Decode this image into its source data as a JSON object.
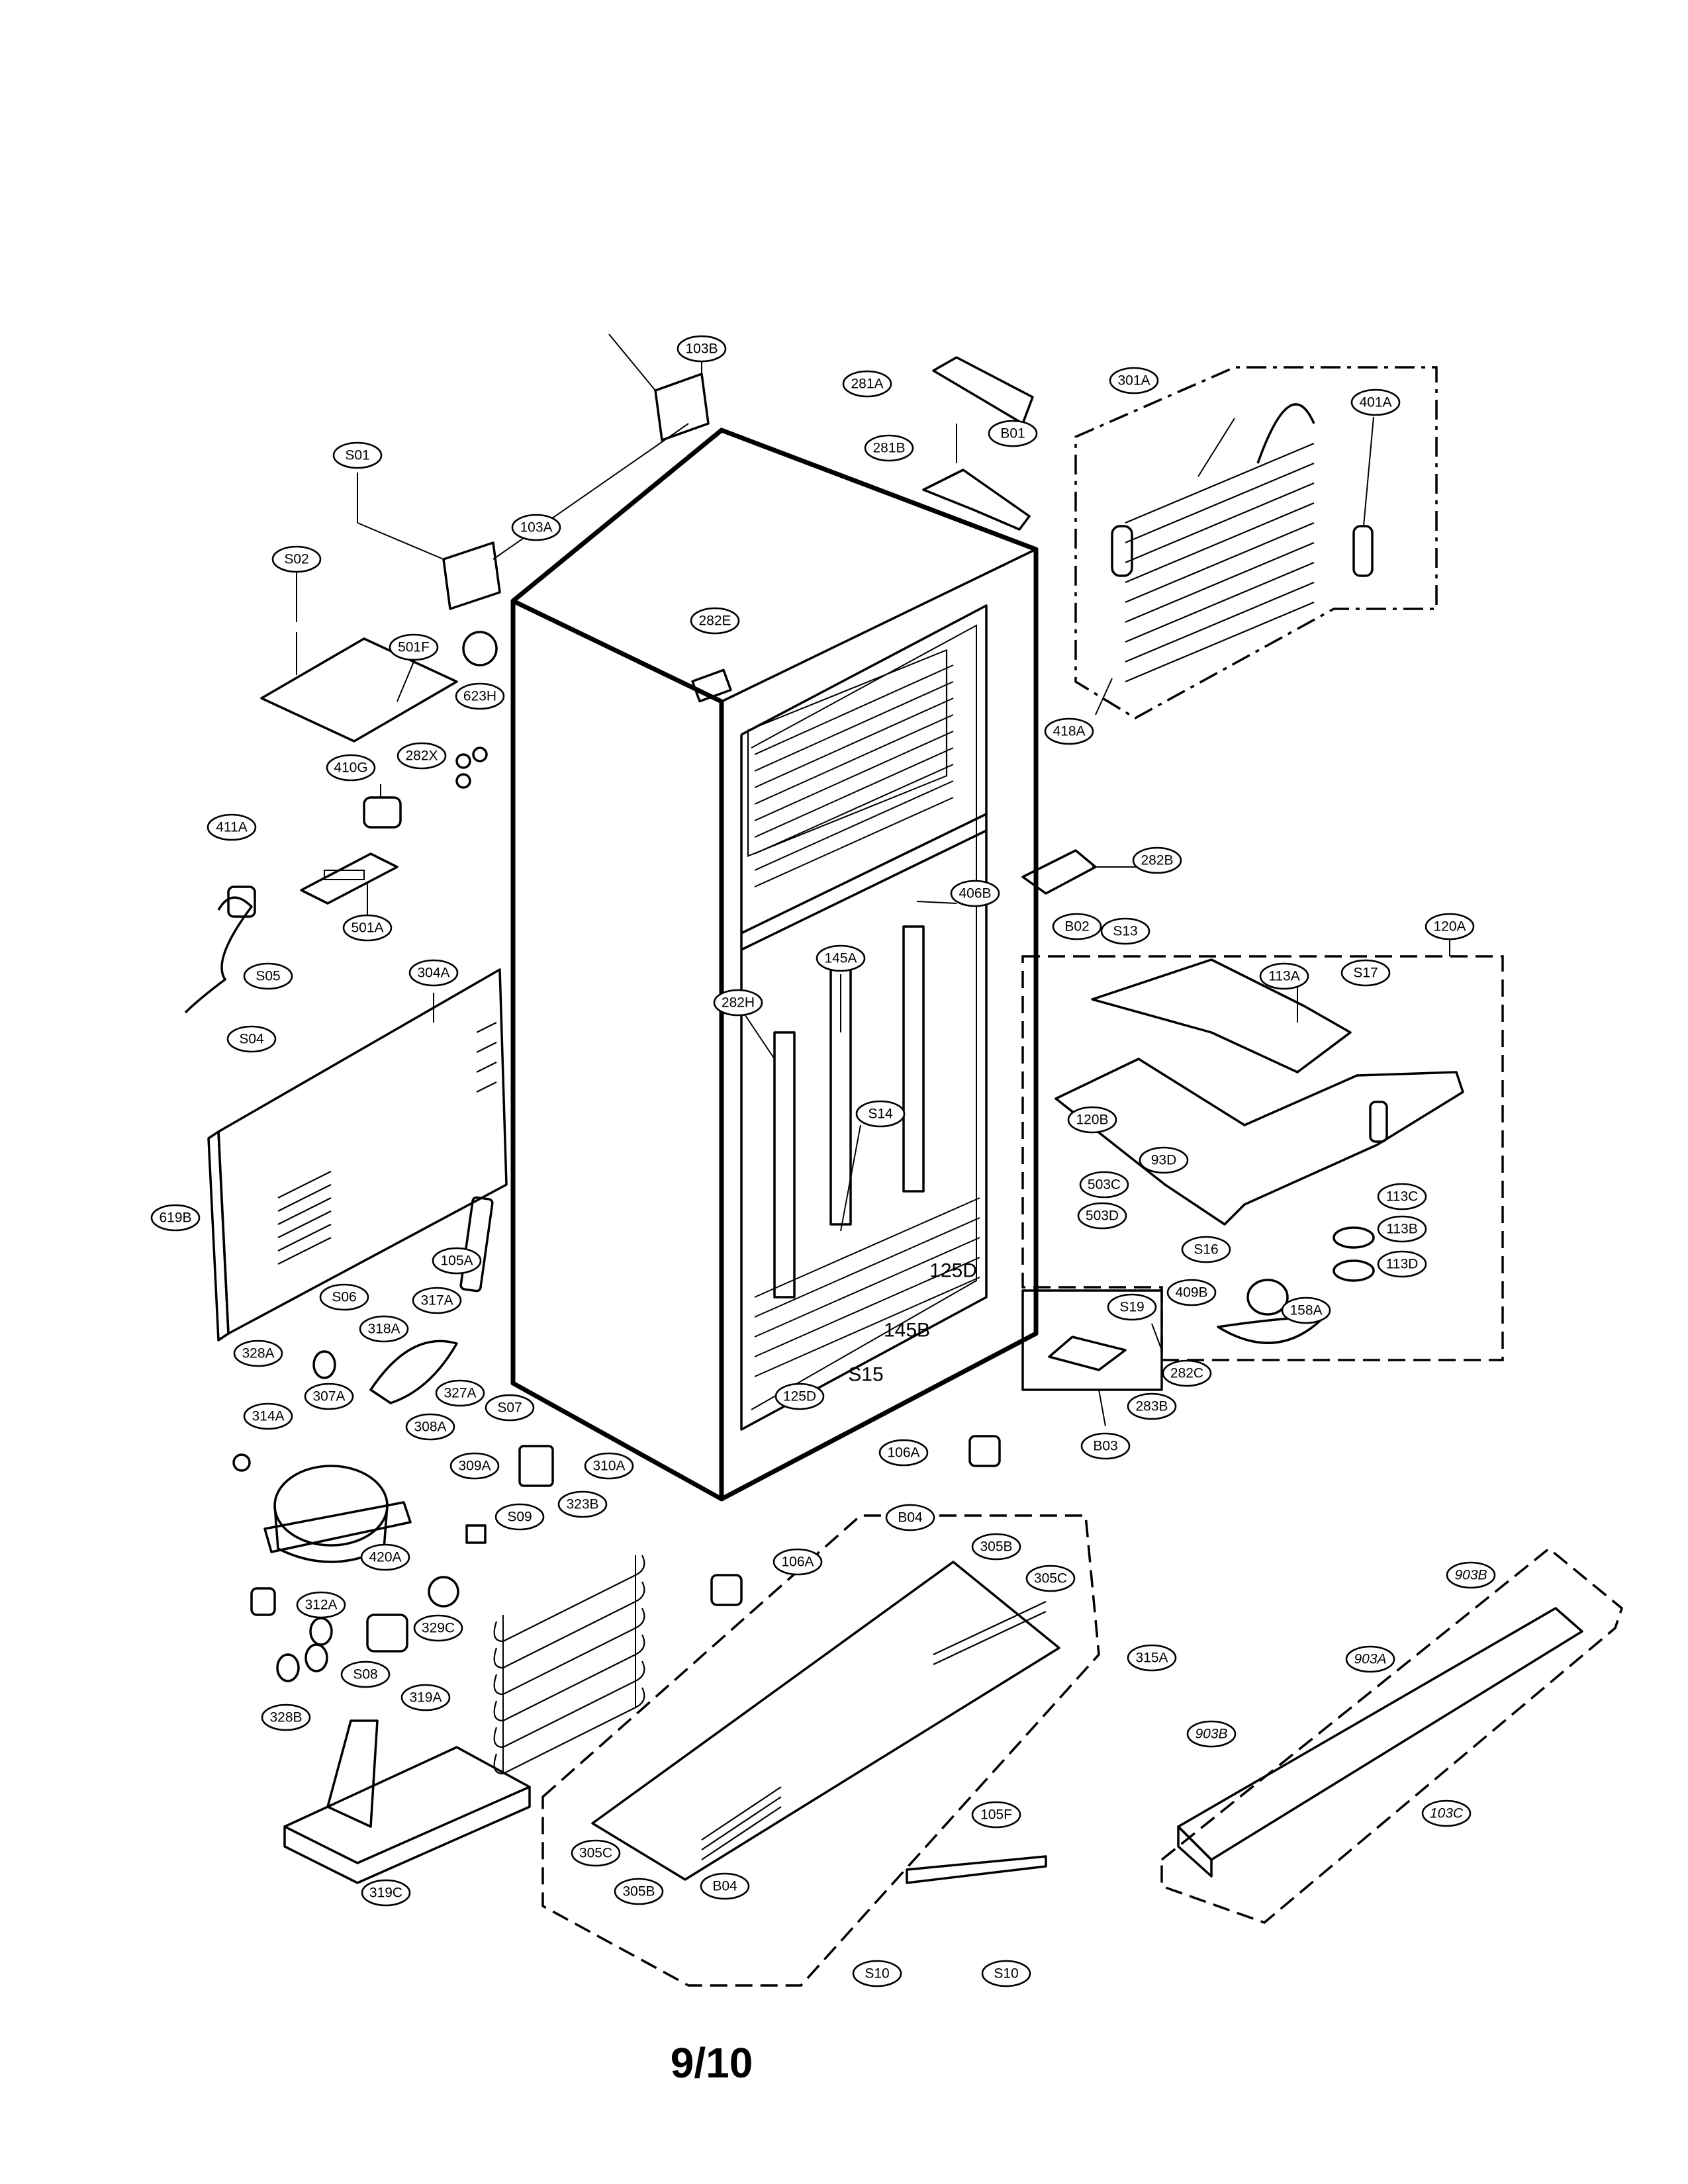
{
  "page_number": "9/10",
  "callouts": [
    {
      "id": "103B"
    },
    {
      "id": "S01"
    },
    {
      "id": "103A"
    },
    {
      "id": "S02"
    },
    {
      "id": "501F"
    },
    {
      "id": "623H"
    },
    {
      "id": "410G"
    },
    {
      "id": "282X"
    },
    {
      "id": "411A"
    },
    {
      "id": "501A"
    },
    {
      "id": "S05"
    },
    {
      "id": "304A"
    },
    {
      "id": "S04"
    },
    {
      "id": "619B"
    },
    {
      "id": "S06"
    },
    {
      "id": "318A"
    },
    {
      "id": "317A"
    },
    {
      "id": "328A"
    },
    {
      "id": "105A"
    },
    {
      "id": "327A"
    },
    {
      "id": "314A"
    },
    {
      "id": "307A"
    },
    {
      "id": "308A"
    },
    {
      "id": "S07"
    },
    {
      "id": "309A"
    },
    {
      "id": "310A"
    },
    {
      "id": "S09"
    },
    {
      "id": "323B"
    },
    {
      "id": "420A"
    },
    {
      "id": "312A"
    },
    {
      "id": "329C"
    },
    {
      "id": "328B"
    },
    {
      "id": "S08"
    },
    {
      "id": "319A"
    },
    {
      "id": "319C"
    },
    {
      "id": "281A"
    },
    {
      "id": "B01"
    },
    {
      "id": "281B"
    },
    {
      "id": "301A"
    },
    {
      "id": "401A"
    },
    {
      "id": "418A"
    },
    {
      "id": "282E"
    },
    {
      "id": "282B"
    },
    {
      "id": "406B"
    },
    {
      "id": "B02"
    },
    {
      "id": "S13"
    },
    {
      "id": "120A"
    },
    {
      "id": "145A"
    },
    {
      "id": "282H"
    },
    {
      "id": "113A"
    },
    {
      "id": "S17"
    },
    {
      "id": "120B"
    },
    {
      "id": "93D"
    },
    {
      "id": "S14"
    },
    {
      "id": "503C"
    },
    {
      "id": "113C"
    },
    {
      "id": "503D"
    },
    {
      "id": "113B"
    },
    {
      "id": "S16"
    },
    {
      "id": "113D"
    },
    {
      "id": "125D"
    },
    {
      "id": "409B"
    },
    {
      "id": "158A"
    },
    {
      "id": "S19"
    },
    {
      "id": "145B"
    },
    {
      "id": "282C"
    },
    {
      "id": "S15"
    },
    {
      "id": "125D"
    },
    {
      "id": "283B"
    },
    {
      "id": "106A"
    },
    {
      "id": "B03"
    },
    {
      "id": "B04"
    },
    {
      "id": "305B"
    },
    {
      "id": "305C"
    },
    {
      "id": "106A"
    },
    {
      "id": "903B"
    },
    {
      "id": "903A"
    },
    {
      "id": "315A"
    },
    {
      "id": "903B"
    },
    {
      "id": "105F"
    },
    {
      "id": "103C"
    },
    {
      "id": "305C"
    },
    {
      "id": "305B"
    },
    {
      "id": "B04"
    },
    {
      "id": "S10"
    },
    {
      "id": "S10"
    }
  ]
}
